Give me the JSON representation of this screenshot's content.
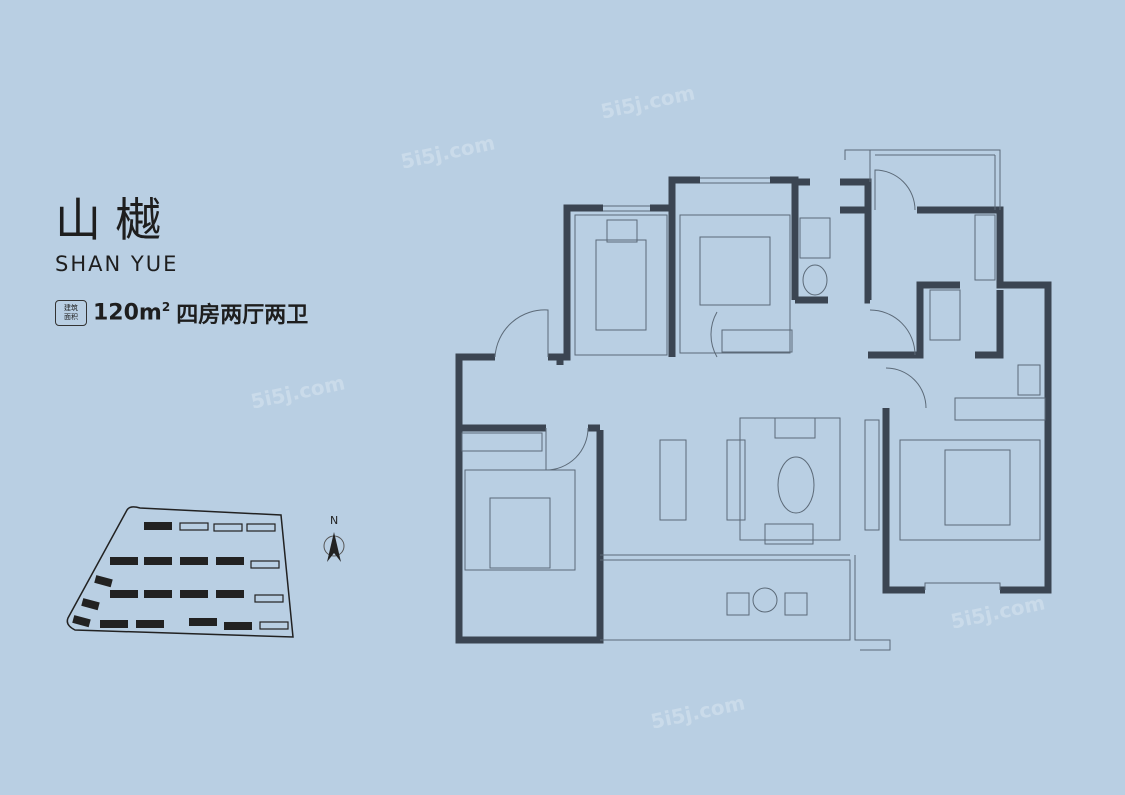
{
  "title_cn": "山樾",
  "title_en": "SHAN YUE",
  "spec": {
    "badge_line1": "建筑",
    "badge_line2": "面积",
    "area_number": "120m",
    "area_sup": "2",
    "layout": "四房两厅两卫"
  },
  "compass": {
    "label": "N"
  },
  "watermark": "5i5j.com",
  "colors": {
    "background": "#b9cfe3",
    "wall": "#3b4552",
    "line": "#5c6a78"
  }
}
